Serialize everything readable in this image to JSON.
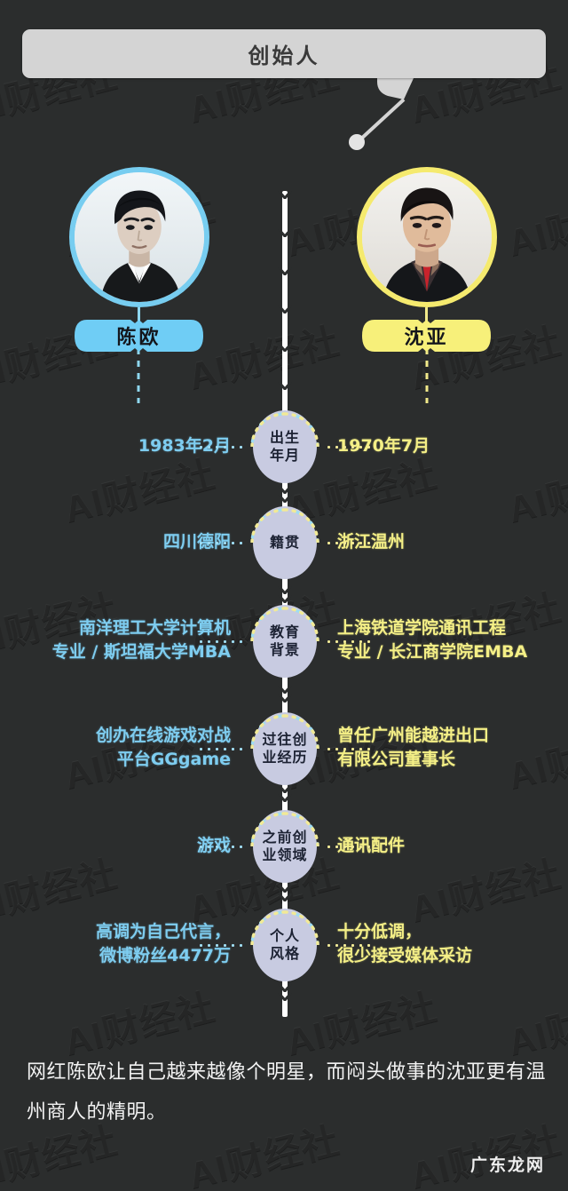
{
  "page": {
    "background_color": "#2b2d2d",
    "watermark_text": "AI财经社"
  },
  "banner": {
    "title": "创始人"
  },
  "people": {
    "left": {
      "name": "陈欧",
      "accent_color": "#77cdf0",
      "photo_style": "black-and-white portrait"
    },
    "right": {
      "name": "沈亚",
      "accent_color": "#f5ea6e",
      "photo_style": "color portrait"
    }
  },
  "rows": [
    {
      "node": "出生\n年月",
      "left": "1983年2月",
      "right": "1970年7月"
    },
    {
      "node": "籍贯",
      "left": "四川德阳",
      "right": "浙江温州"
    },
    {
      "node": "教育\n背景",
      "left": "南洋理工大学计算机\n专业 / 斯坦福大学MBA",
      "right": "上海铁道学院通讯工程\n专业 / 长江商学院EMBA"
    },
    {
      "node": "过往创\n业经历",
      "left": "创办在线游戏对战\n平台GGgame",
      "right": "曾任广州能越进出口\n有限公司董事长"
    },
    {
      "node": "之前创\n业领域",
      "left": "游戏",
      "right": "通讯配件"
    },
    {
      "node": "个人\n风格",
      "left": "高调为自己代言，\n微博粉丝4477万",
      "right": "十分低调，\n很少接受媒体采访"
    }
  ],
  "footer": {
    "caption": "网红陈欧让自己越来越像个明星，而闷头做事的沈亚更有温州商人的精明。",
    "logo": "广东龙网"
  }
}
